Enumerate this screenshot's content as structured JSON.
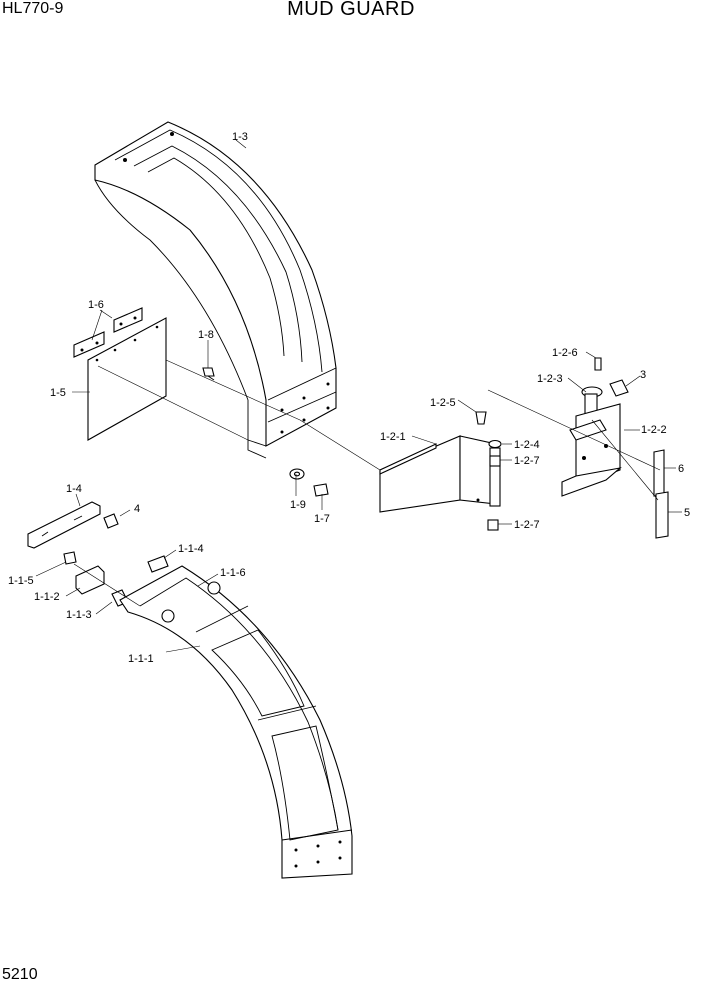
{
  "header": {
    "model": "HL770-9",
    "title": "MUD GUARD"
  },
  "footer": {
    "page": "5210"
  },
  "callouts": {
    "c_1_3": "1-3",
    "c_1_6": "1-6",
    "c_1_8": "1-8",
    "c_1_5": "1-5",
    "c_1_2_6": "1-2-6",
    "c_1_2_3": "1-2-3",
    "c_3": "3",
    "c_1_2_5": "1-2-5",
    "c_1_2_2": "1-2-2",
    "c_1_2_1": "1-2-1",
    "c_1_2_4": "1-2-4",
    "c_1_2_7a": "1-2-7",
    "c_6": "6",
    "c_1_4": "1-4",
    "c_1_9": "1-9",
    "c_5": "5",
    "c_4": "4",
    "c_1_7": "1-7",
    "c_1_2_7b": "1-2-7",
    "c_1_1_4": "1-1-4",
    "c_1_1_5": "1-1-5",
    "c_1_1_6": "1-1-6",
    "c_1_1_2": "1-1-2",
    "c_1_1_3": "1-1-3",
    "c_1_1_1": "1-1-1"
  }
}
